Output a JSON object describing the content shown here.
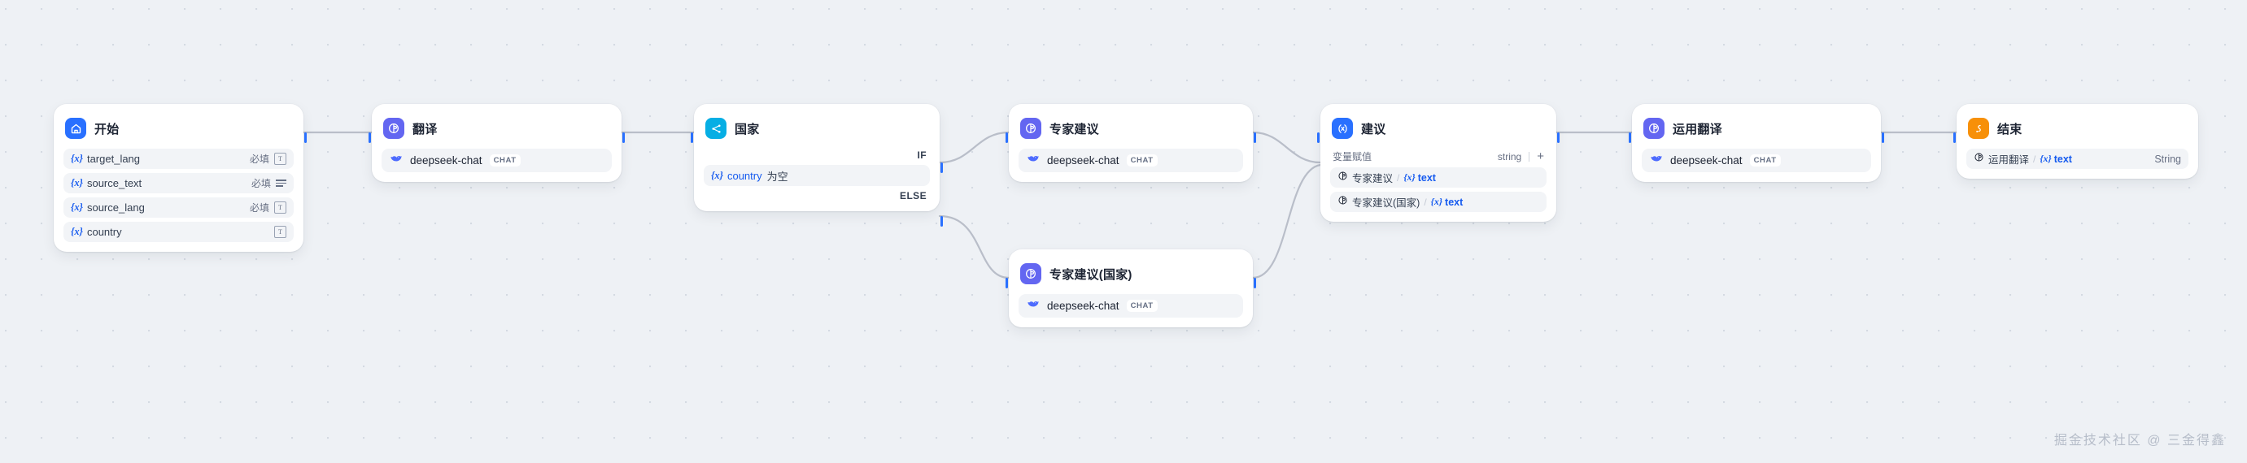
{
  "canvas": {
    "background_color": "#eef1f5",
    "accent_color": "#2970ff",
    "edge_color": "#b3b8c4",
    "watermark": "掘金技术社区 @ 三金得鑫"
  },
  "nodes": {
    "start": {
      "title": "开始",
      "icon": "home-icon",
      "icon_color": "#2970ff",
      "variables": [
        {
          "name": "target_lang",
          "required_label": "必填",
          "type_icon": "text-box-icon"
        },
        {
          "name": "source_text",
          "required_label": "必填",
          "type_icon": "paragraph-icon"
        },
        {
          "name": "source_lang",
          "required_label": "必填",
          "type_icon": "text-box-icon"
        },
        {
          "name": "country",
          "required_label": "",
          "type_icon": "text-box-icon"
        }
      ]
    },
    "translate": {
      "title": "翻译",
      "icon": "llm-icon",
      "icon_color": "#6366f1",
      "model": {
        "name": "deepseek-chat",
        "tag": "CHAT",
        "provider_icon": "deepseek-whale-icon"
      }
    },
    "country": {
      "title": "国家",
      "icon": "branch-icon",
      "icon_color": "#06aee4",
      "if_label": "IF",
      "else_label": "ELSE",
      "condition": {
        "variable": "country",
        "operator": "为空"
      }
    },
    "expert_advice": {
      "title": "专家建议",
      "icon": "llm-icon",
      "icon_color": "#6366f1",
      "model": {
        "name": "deepseek-chat",
        "tag": "CHAT",
        "provider_icon": "deepseek-whale-icon"
      }
    },
    "expert_advice_country": {
      "title": "专家建议(国家)",
      "icon": "llm-icon",
      "icon_color": "#6366f1",
      "model": {
        "name": "deepseek-chat",
        "tag": "CHAT",
        "provider_icon": "deepseek-whale-icon"
      }
    },
    "advice": {
      "title": "建议",
      "icon": "variable-assigner-icon",
      "icon_color": "#2970ff",
      "assign_title": "变量赋值",
      "assign_type": "string",
      "add_label": "+",
      "refs": [
        {
          "node": "专家建议",
          "variable": "text"
        },
        {
          "node": "专家建议(国家)",
          "variable": "text"
        }
      ]
    },
    "apply_translate": {
      "title": "运用翻译",
      "icon": "llm-icon",
      "icon_color": "#6366f1",
      "model": {
        "name": "deepseek-chat",
        "tag": "CHAT",
        "provider_icon": "deepseek-whale-icon"
      }
    },
    "end": {
      "title": "结束",
      "icon": "end-icon",
      "icon_color": "#f79009",
      "output": {
        "node": "运用翻译",
        "variable": "text",
        "type": "String"
      }
    }
  }
}
